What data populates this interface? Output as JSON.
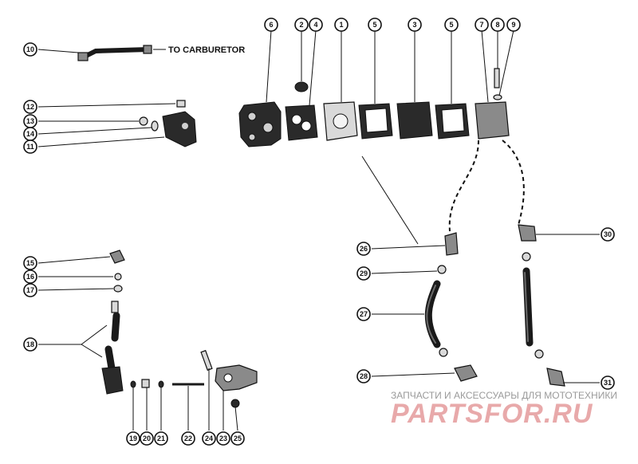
{
  "carburetor_label": "TO CARBURETOR",
  "callouts": {
    "c1": "1",
    "c2": "2",
    "c3": "3",
    "c4": "4",
    "c5a": "5",
    "c5b": "5",
    "c6": "6",
    "c7": "7",
    "c8": "8",
    "c9": "9",
    "c10": "10",
    "c11": "11",
    "c12": "12",
    "c13": "13",
    "c14": "14",
    "c15": "15",
    "c16": "16",
    "c17": "17",
    "c18": "18",
    "c19": "19",
    "c20": "20",
    "c21": "21",
    "c22": "22",
    "c23": "23",
    "c24": "24",
    "c25": "25",
    "c26": "26",
    "c27": "27",
    "c28": "28",
    "c29": "29",
    "c30": "30",
    "c31": "31"
  },
  "watermark": {
    "top_line": "ЗАПЧАСТИ И АКСЕССУАРЫ ДЛЯ МОТОТЕХНИКИ",
    "brand": "PARTSFOR.RU",
    "color": "#e8a9aa"
  }
}
